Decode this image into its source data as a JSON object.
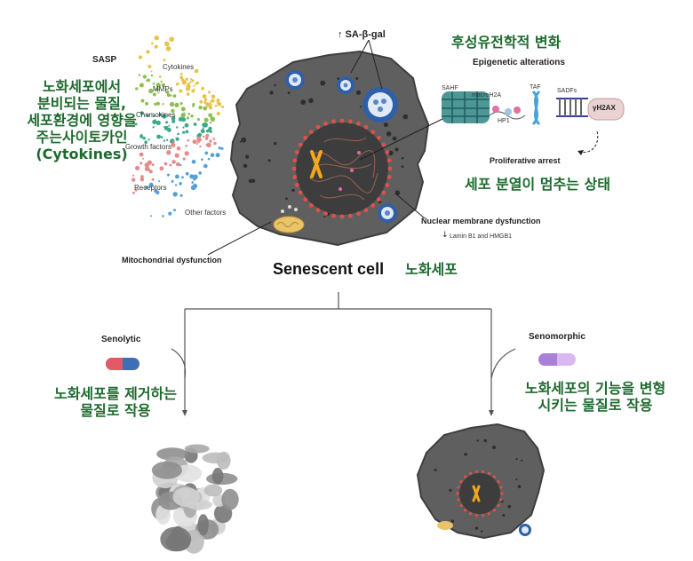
{
  "labels": {
    "sasp": "SASP",
    "cytokines": "Cytokines",
    "mmps": "MMPs",
    "chemokines": "Chemokines",
    "growth_factors": "Growth factors",
    "receptors": "Receptors",
    "other_factors": "Other factors",
    "sa_beta_gal": "↑ SA-β-gal",
    "epigenetic_alterations": "Epigenetic alterations",
    "sahf": "SAHF",
    "macroh2a": "macroH2A",
    "hp1": "HP1",
    "taf": "TAF",
    "sadfs": "SADFs",
    "gamma_h2ax": "γH2AX",
    "proliferative_arrest": "Proliferative arrest",
    "nuclear_membrane_dysfunction": "Nuclear membrane dysfunction",
    "lamin": "Lamin B1 and HMGB1",
    "mito_dysfunction": "Mitochondrial dysfunction",
    "senescent_cell": "Senescent cell",
    "senolytic": "Senolytic",
    "senomorphic": "Senomorphic"
  },
  "korean": {
    "sasp_note": [
      "노화세포에서",
      "분비되는 물질,",
      "세포환경에 영향을",
      "주는사이토카인",
      "(Cytokines)"
    ],
    "epigenetic_note": "후성유전학적 변화",
    "arrest_note": "세포 분열이 멈추는 상태",
    "senescent_note": "노화세포",
    "senolytic_note": [
      "노화세포를 제거하는",
      "물질로 작용"
    ],
    "senomorphic_note": [
      "노화세포의 기능을 변형",
      "시키는 물질로 작용"
    ]
  },
  "colors": {
    "korean_text": "#1d6a2e",
    "cell_body": "#5f5f5f",
    "nucleus": "#3d3d3d",
    "membrane_dots": "#e0504a",
    "chromosome": "#f2a81d",
    "senolytic_pill": [
      "#e35a66",
      "#3e6fb5"
    ],
    "senomorphic_pill": [
      "#a980d6",
      "#d9b8f0"
    ],
    "sasp_dots": [
      "#e7c34a",
      "#8cc152",
      "#3aa98a",
      "#e58b8b",
      "#55a0d8"
    ]
  },
  "icons": [
    "lysosome-icon",
    "mitochondrion-icon",
    "chromosome-icon",
    "pill-icon",
    "apoptotic-debris-icon",
    "dna-helix-icon",
    "nucleosome-icon"
  ]
}
